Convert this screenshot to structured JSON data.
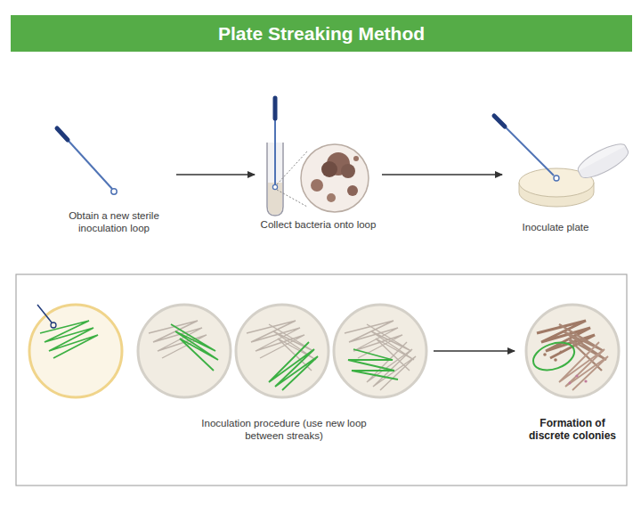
{
  "diagram": {
    "title": "Plate Streaking Method",
    "nodes": [
      {
        "text": [
          "Obtain a new sterile inoculation loop"
        ]
      },
      {
        "text": [
          "Collect bacteria onto loop"
        ]
      },
      {
        "text": [
          "Inoculate plate"
        ]
      },
      {
        "text": [
          "Inoculation procedure (use new loop between streaks)"
        ]
      },
      {
        "text": [
          "Formation of discrete colonies"
        ]
      }
    ],
    "edges": [
      {
        "from": 0,
        "to": 1,
        "arrow": "to"
      },
      {
        "from": 1,
        "to": 2,
        "arrow": "to"
      },
      {
        "from": 3,
        "to": 4,
        "arrow": "to"
      }
    ]
  }
}
